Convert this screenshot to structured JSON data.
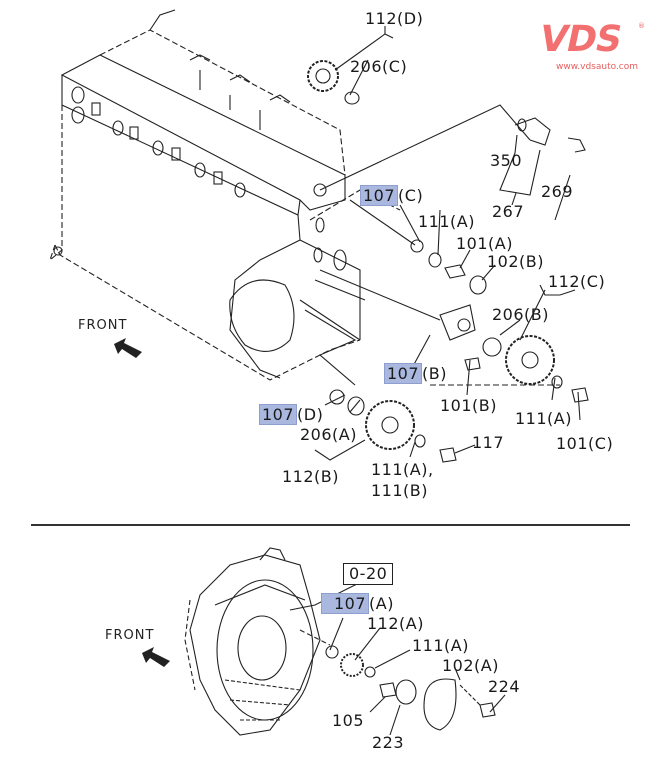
{
  "watermark": {
    "brand": "VDS",
    "registered": "®",
    "url": "www.vdsauto.com",
    "color": "#f27070"
  },
  "top_diagram": {
    "front_label": "FRONT",
    "labels": [
      {
        "id": "112D",
        "text": "112(D)",
        "highlighted": false
      },
      {
        "id": "206C",
        "text": "206(C)",
        "highlighted": false
      },
      {
        "id": "350",
        "text": "350",
        "highlighted": false
      },
      {
        "id": "269",
        "text": "269",
        "highlighted": false
      },
      {
        "id": "267",
        "text": "267",
        "highlighted": false
      },
      {
        "id": "107C",
        "num": "107",
        "suffix": "(C)",
        "highlighted": true
      },
      {
        "id": "111A_1",
        "text": "111(A)",
        "highlighted": false
      },
      {
        "id": "101A",
        "text": "101(A)",
        "highlighted": false
      },
      {
        "id": "102B",
        "text": "102(B)",
        "highlighted": false
      },
      {
        "id": "112C",
        "text": "112(C)",
        "highlighted": false
      },
      {
        "id": "206B",
        "text": "206(B)",
        "highlighted": false
      },
      {
        "id": "107B",
        "num": "107",
        "suffix": "(B)",
        "highlighted": true
      },
      {
        "id": "101B",
        "text": "101(B)",
        "highlighted": false
      },
      {
        "id": "111A_2",
        "text": "111(A)",
        "highlighted": false
      },
      {
        "id": "101C",
        "text": "101(C)",
        "highlighted": false
      },
      {
        "id": "107D",
        "num": "107",
        "suffix": "(D)",
        "highlighted": true
      },
      {
        "id": "206A",
        "text": "206(A)",
        "highlighted": false
      },
      {
        "id": "117",
        "text": "117",
        "highlighted": false
      },
      {
        "id": "112B",
        "text": "112(B)",
        "highlighted": false
      },
      {
        "id": "111A_111B",
        "text": "111(A),",
        "text2": "111(B)",
        "highlighted": false
      }
    ]
  },
  "bottom_diagram": {
    "front_label": "FRONT",
    "ref_box": "0-20",
    "labels": [
      {
        "id": "107A",
        "num": "107",
        "suffix": "(A)",
        "highlighted": true
      },
      {
        "id": "112A",
        "text": "112(A)",
        "highlighted": false
      },
      {
        "id": "111A_3",
        "text": "111(A)",
        "highlighted": false
      },
      {
        "id": "102A",
        "text": "102(A)",
        "highlighted": false
      },
      {
        "id": "224",
        "text": "224",
        "highlighted": false
      },
      {
        "id": "105",
        "text": "105",
        "highlighted": false
      },
      {
        "id": "223",
        "text": "223",
        "highlighted": false
      }
    ]
  },
  "highlight_color": "#aab8e0"
}
